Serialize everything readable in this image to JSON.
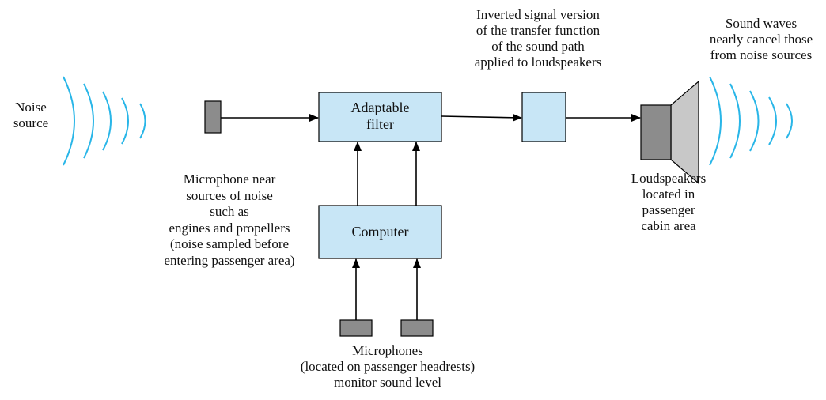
{
  "colors": {
    "box_fill": "#c8e6f6",
    "mic_fill": "#8c8c8c",
    "wave": "#29b6e8",
    "speaker_body": "#8c8c8c",
    "speaker_cone": "#c8c8c8",
    "line": "#000000"
  },
  "labels": {
    "noise_source": [
      "Noise",
      "source"
    ],
    "noise_microphone": [
      "Microphone near",
      "sources of noise",
      "such as",
      "engines and propellers",
      "(noise sampled before",
      "entering passenger area)"
    ],
    "adaptable_filter": [
      "Adaptable",
      "filter"
    ],
    "computer": "Computer",
    "inverted_signal": [
      "Inverted signal version",
      "of the transfer function",
      "of the sound path",
      "applied to loudspeakers"
    ],
    "sound_waves": [
      "Sound waves",
      "nearly cancel those",
      "from noise sources"
    ],
    "loudspeakers": [
      "Loudspeakers",
      "located in",
      "passenger",
      "cabin area"
    ],
    "microphones": [
      "Microphones",
      "(located on passenger headrests)",
      "monitor sound level"
    ]
  },
  "icons": {
    "noise_waves": "sound-waves-icon",
    "microphone": "microphone-icon",
    "loudspeaker": "loudspeaker-icon",
    "arrow": "arrow-head-icon"
  }
}
